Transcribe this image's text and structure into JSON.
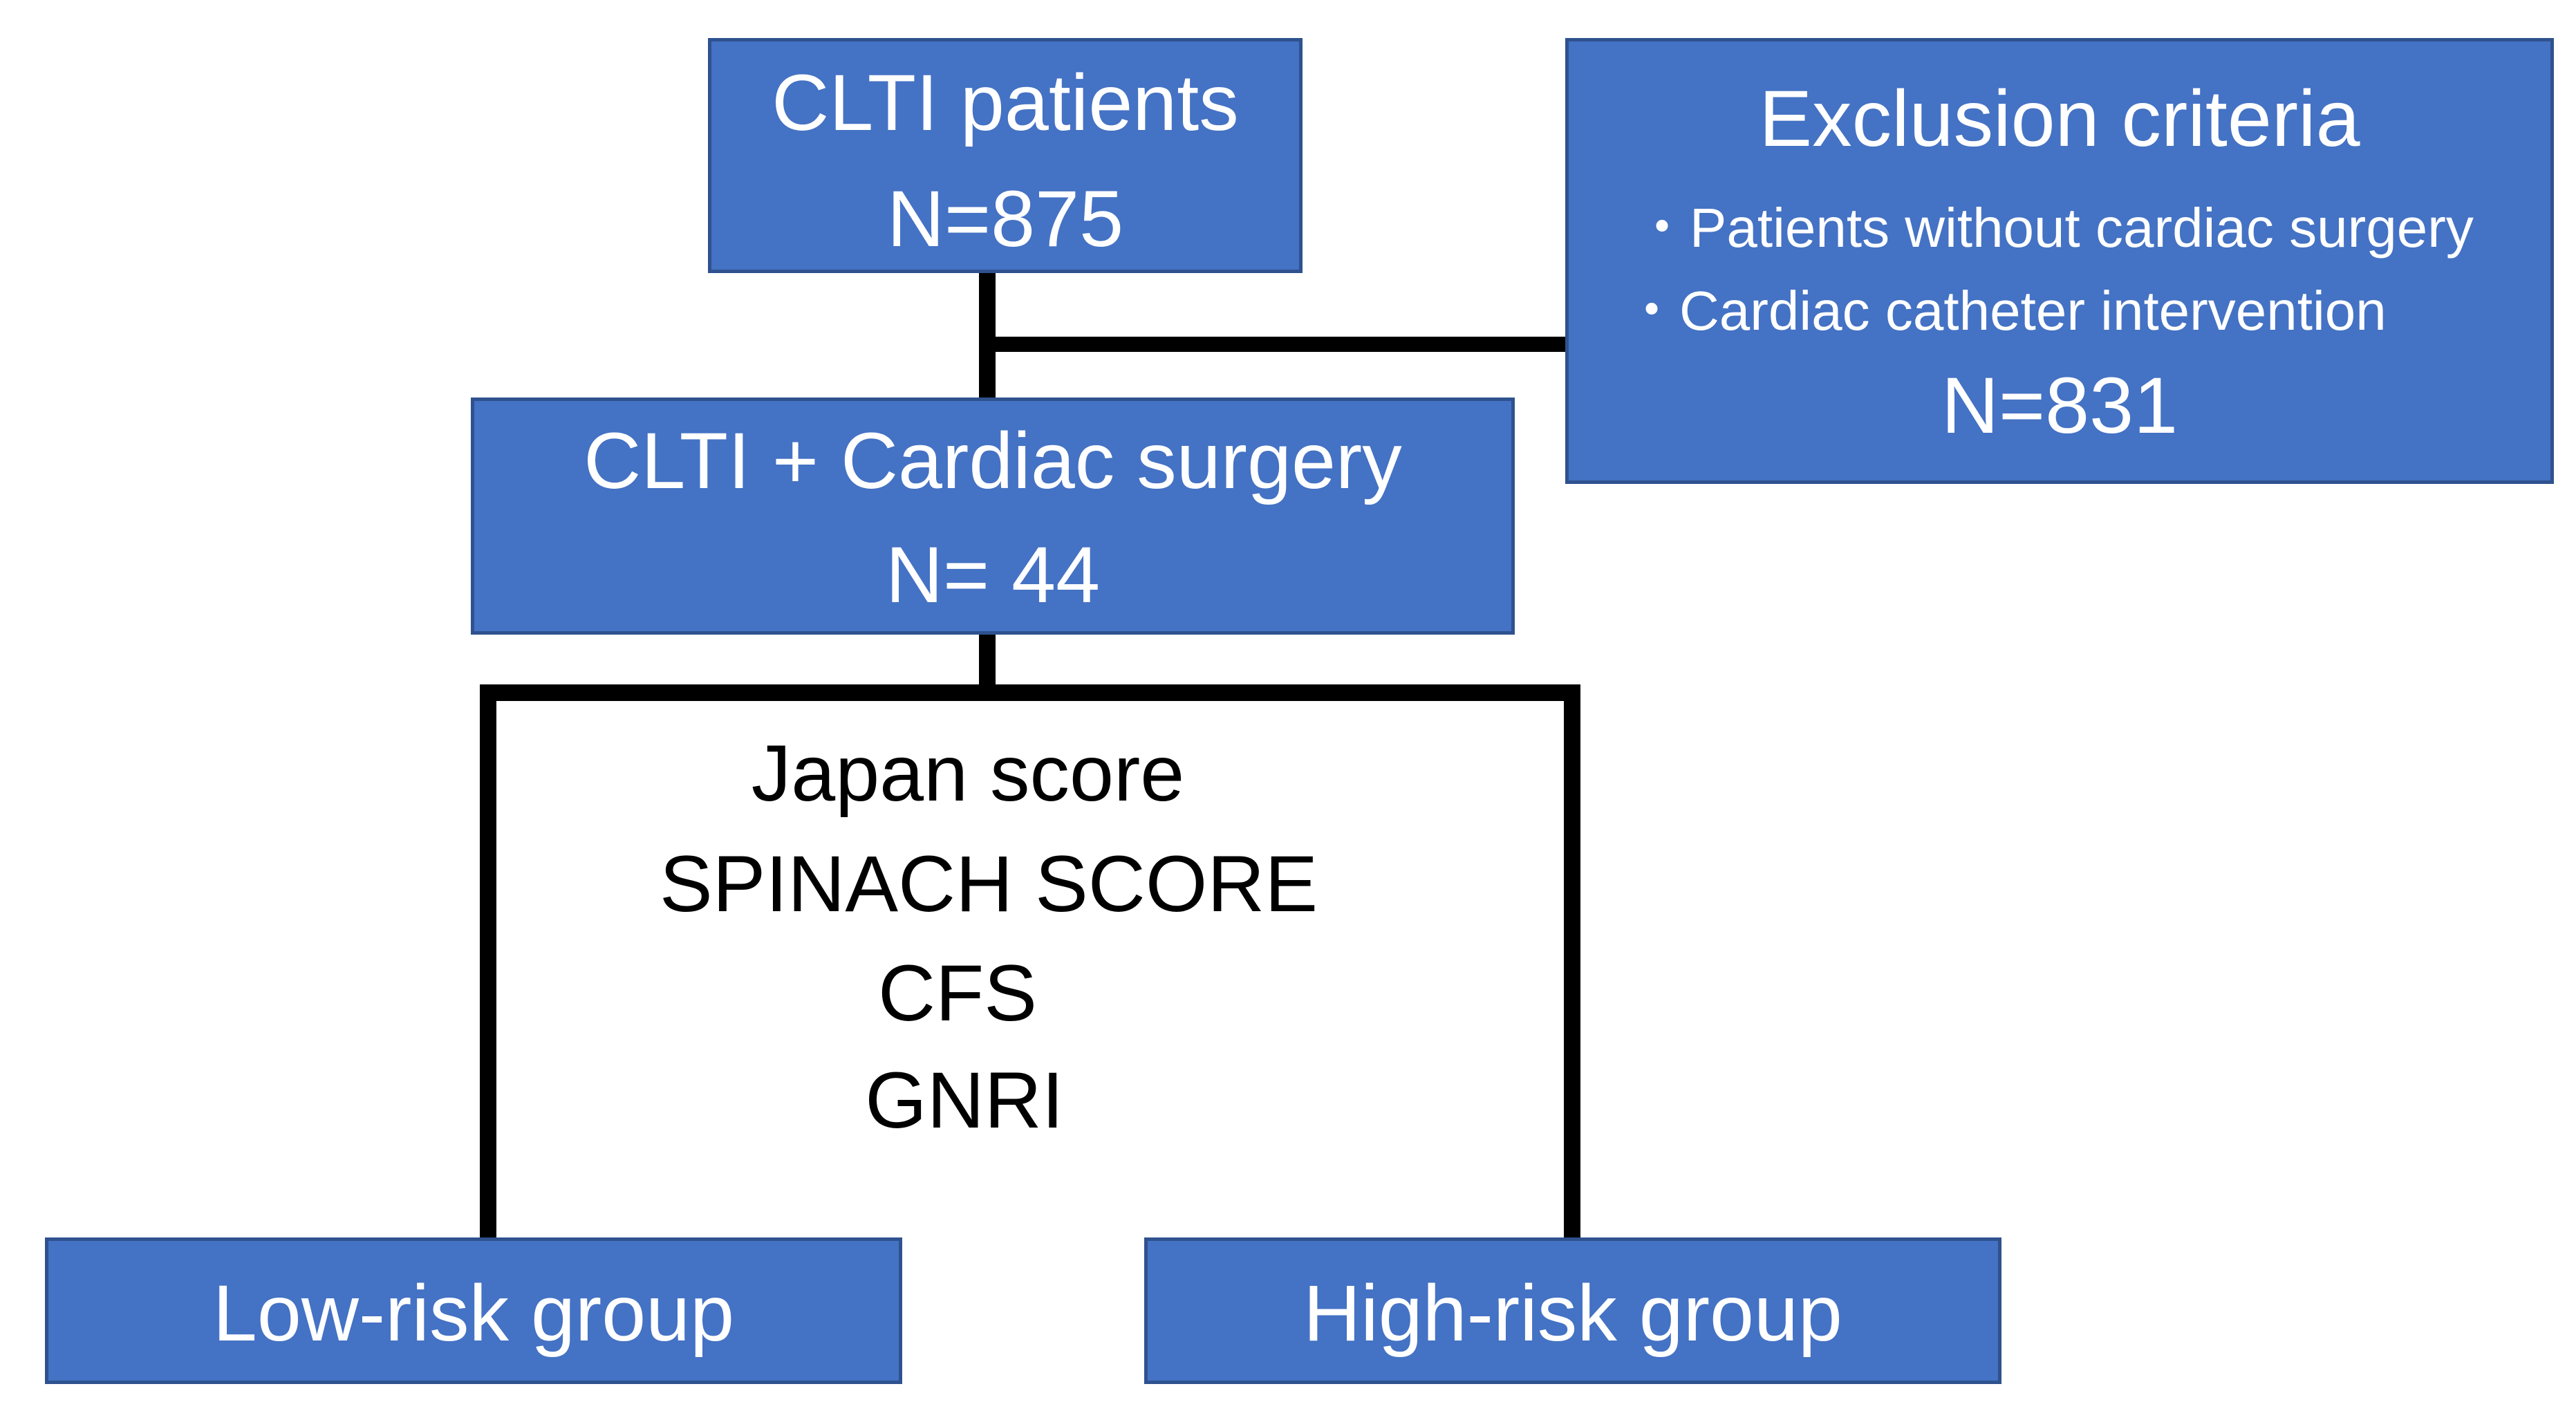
{
  "clti_box": {
    "title": "CLTI patients",
    "count": "N=875"
  },
  "exclusion_box": {
    "title": "Exclusion criteria",
    "bullets": [
      "Patients without cardiac surgery",
      "Cardiac catheter intervention"
    ],
    "bullet_char": "・",
    "count": "N=831"
  },
  "cardiac_box": {
    "title": "CLTI + Cardiac surgery",
    "count": "N= 44"
  },
  "scores": [
    "Japan score",
    "SPINACH SCORE",
    "CFS",
    "GNRI"
  ],
  "low_box": {
    "label": "Low-risk group"
  },
  "high_box": {
    "label": "High-risk group"
  },
  "colors": {
    "box_fill": "#4472C4",
    "box_border": "#2F528F",
    "connector": "#000000"
  }
}
